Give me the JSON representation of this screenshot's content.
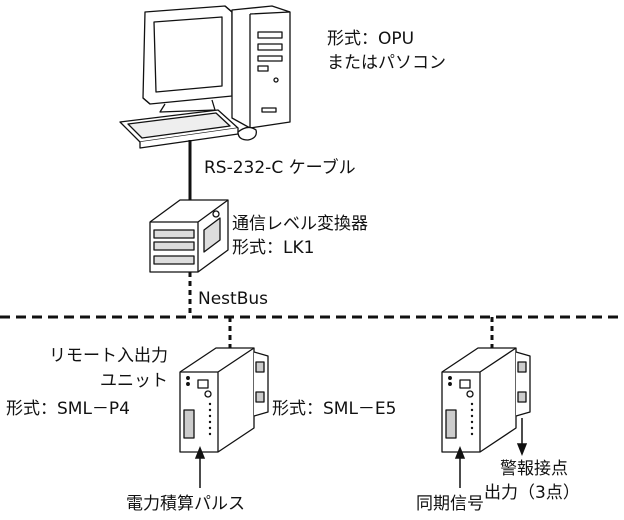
{
  "pc_label": {
    "line1": "形式：OPU",
    "line2": "またはパソコン"
  },
  "cable_label": "RS-232-C ケーブル",
  "converter_label": {
    "line1": "通信レベル変換器",
    "line2": "形式：LK1"
  },
  "bus_label": "NestBus",
  "remote_io_label": {
    "line1": "リモート入出力",
    "line2": "ユニット",
    "line3": "形式：SML－P4"
  },
  "e5_label": "形式：SML－E5",
  "power_pulse_label": "電力積算パルス",
  "sync_signal_label": "同期信号",
  "alarm_label": {
    "line1": "警報接点",
    "line2": "出力（3点）"
  }
}
